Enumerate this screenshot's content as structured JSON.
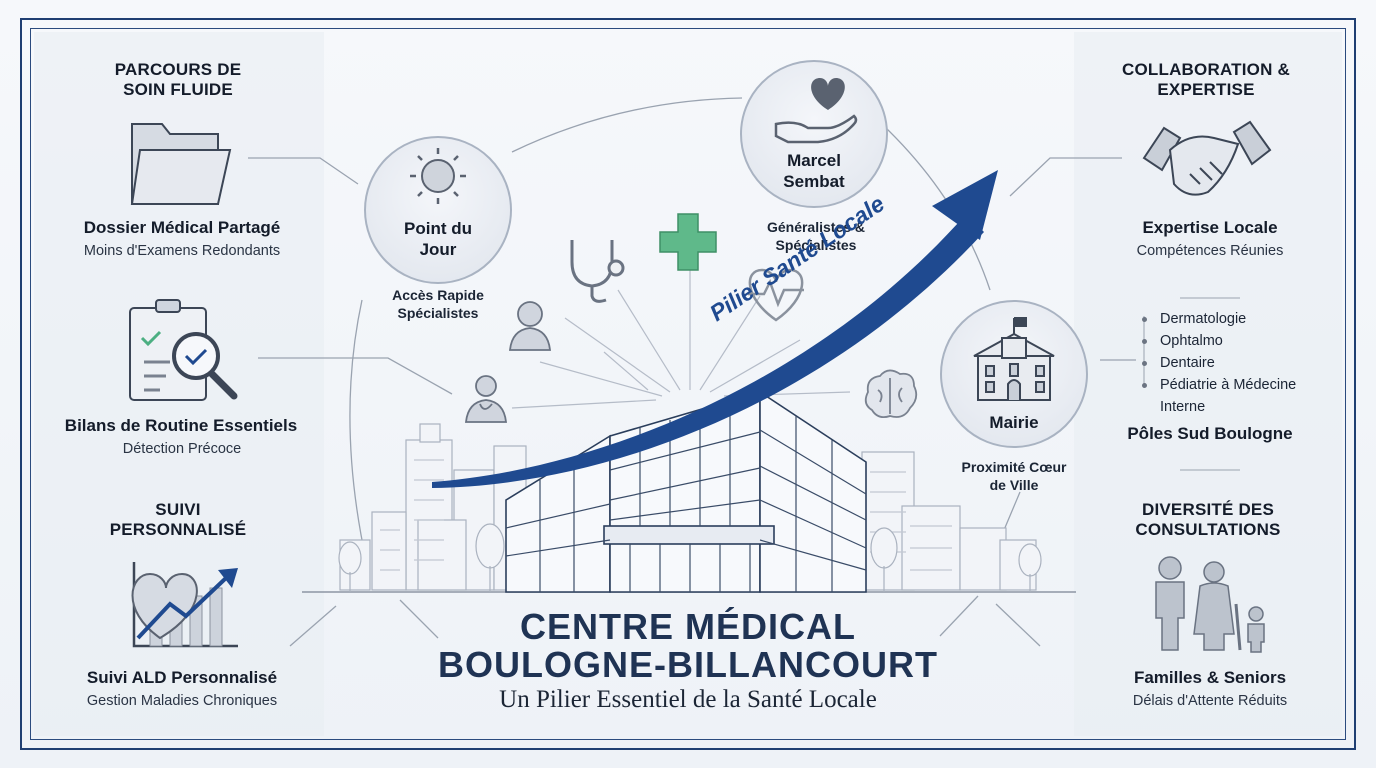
{
  "title": {
    "line1": "CENTRE MÉDICAL",
    "line2": "BOULOGNE-BILLANCOURT",
    "tagline": "Un Pilier Essentiel de la Santé Locale"
  },
  "arrow_label": "Pilier Santé Locale",
  "left": {
    "section1_heading": "PARCOURS DE SOIN FLUIDE",
    "item1": {
      "title": "Dossier Médical Partagé",
      "subtitle": "Moins d'Examens Redondants"
    },
    "item2": {
      "title": "Bilans de Routine Essentiels",
      "subtitle": "Détection Précoce"
    },
    "section2_heading": "SUIVI PERSONNALISÉ",
    "item3": {
      "title": "Suivi ALD Personnalisé",
      "subtitle": "Gestion Maladies Chroniques"
    }
  },
  "right": {
    "section1_heading": "COLLABORATION & EXPERTISE",
    "item1": {
      "title": "Expertise Locale",
      "subtitle": "Compétences Réunies"
    },
    "specialties": [
      "Dermatologie",
      "Ophtalmo",
      "Dentaire",
      "Pédiatrie à Médecine Interne"
    ],
    "poles_title": "Pôles Sud Boulogne",
    "section2_heading": "DIVERSITÉ DES CONSULTATIONS",
    "item2": {
      "title": "Familles & Seniors",
      "subtitle": "Délais d'Attente Réduits"
    }
  },
  "locations": {
    "point_du_jour": {
      "name": "Point du Jour",
      "caption": "Accès Rapide Spécialistes"
    },
    "marcel_sembat": {
      "name": "Marcel Sembat",
      "caption": "Généralistes & Spécialistes"
    },
    "mairie": {
      "name": "Mairie",
      "caption": "Proximité Cœur de Ville"
    }
  },
  "colors": {
    "navy": "#1f3f72",
    "arrow_blue": "#1f4a90",
    "medical_green": "#4caf82",
    "icon_gray": "#5a6270"
  },
  "icons": [
    "folder-icon",
    "checklist-magnifier-icon",
    "heart-chart-icon",
    "handshake-icon",
    "family-icon",
    "sun-icon",
    "heart-hand-icon",
    "town-hall-icon",
    "stethoscope-icon",
    "medical-cross-icon",
    "heartbeat-icon",
    "doctor-female-icon",
    "doctor-male-icon",
    "brain-icon",
    "hospital-building-icon"
  ]
}
